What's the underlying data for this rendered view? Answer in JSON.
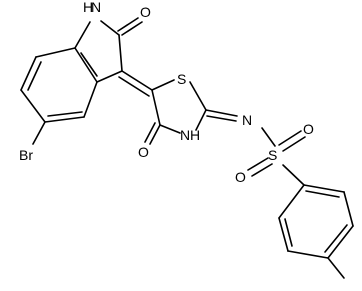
{
  "atoms": {
    "nh_indole": "H",
    "n_indole": "N",
    "o_indole": "O",
    "br": "Br",
    "s_thiazolidine": "S",
    "o_thiazolidine": "O",
    "nh_thiazolidine": "H",
    "n_thiazolidine": "N",
    "n_imine": "N",
    "s_sulfonyl": "S",
    "o_sulfonyl_1": "O",
    "o_sulfonyl_2": "O"
  }
}
